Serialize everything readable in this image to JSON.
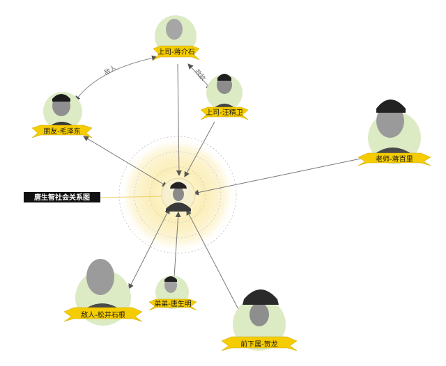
{
  "title": "唐生智社会关系图",
  "center": {
    "name": "唐生智"
  },
  "people": [
    {
      "id": "chiang",
      "label": "上司-蒋介石"
    },
    {
      "id": "wang",
      "label": "上司-汪精卫"
    },
    {
      "id": "mao",
      "label": "朋友-毛泽东"
    },
    {
      "id": "jiang",
      "label": "老师-蒋百里"
    },
    {
      "id": "matsui",
      "label": "敌人-松井石根"
    },
    {
      "id": "brother",
      "label": "弟弟-唐生明"
    },
    {
      "id": "he",
      "label": "前下属-贺龙"
    }
  ],
  "edge_labels": {
    "chiang_mao": "敌人",
    "chiang_wang": "政敌"
  },
  "colors": {
    "ribbon": "#f5cc00",
    "ribbon_dark": "#c9a300",
    "circle_fill": "#dcebc4",
    "glow": "#f8e7a0",
    "arrow": "#777777",
    "title_bg": "#111111"
  }
}
